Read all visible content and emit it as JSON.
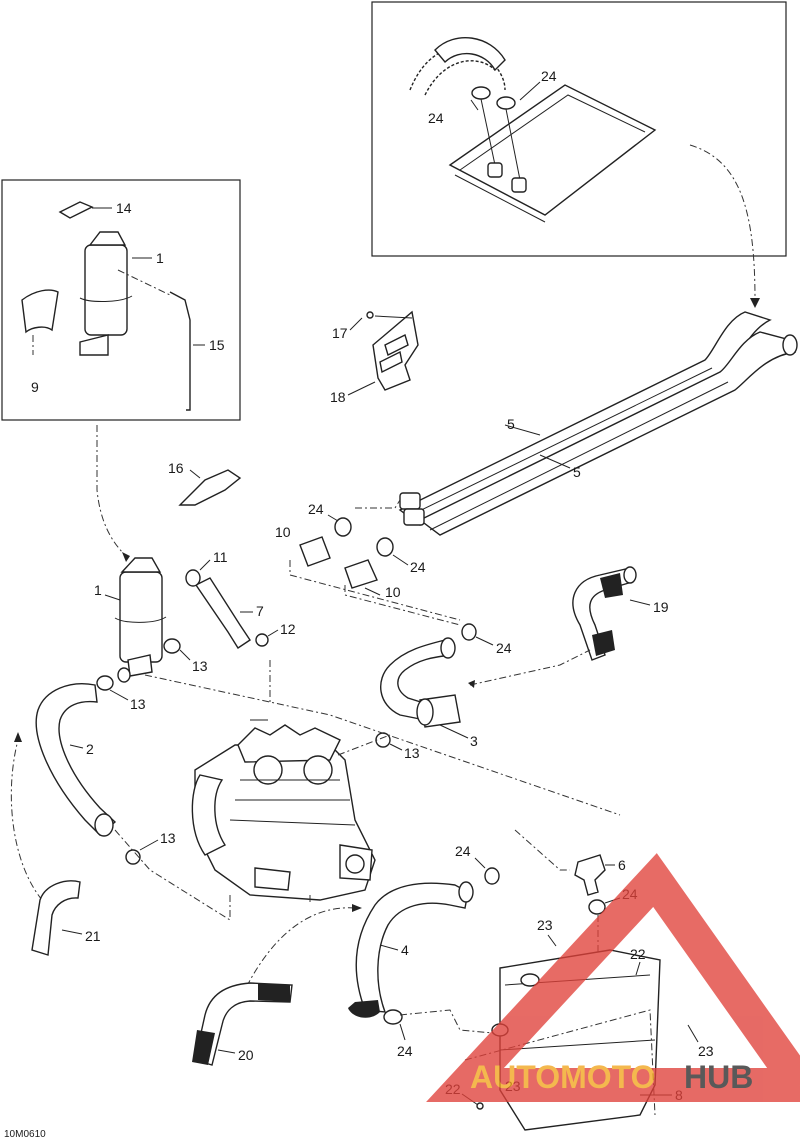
{
  "diagram_code": "10M0610",
  "watermark": {
    "text_left": "AUTOMOTO",
    "text_right": "HUB",
    "colors": {
      "triangle": "#e0413a",
      "text_left": "#f2a51d",
      "text_right": "#2b2b2b"
    }
  },
  "callouts": {
    "c1_upper": "1",
    "c1_lower": "1",
    "c2": "2",
    "c3": "3",
    "c4": "4",
    "c5_a": "5",
    "c5_b": "5",
    "c6": "6",
    "c7": "7",
    "c8": "8",
    "c9": "9",
    "c10_a": "10",
    "c10_b": "10",
    "c11": "11",
    "c12": "12",
    "c13_a": "13",
    "c13_b": "13",
    "c13_c": "13",
    "c13_d": "13",
    "c14": "14",
    "c15": "15",
    "c16": "16",
    "c17": "17",
    "c18": "18",
    "c19": "19",
    "c20": "20",
    "c21": "21",
    "c22_a": "22",
    "c22_b": "22",
    "c23_a": "23",
    "c23_b": "23",
    "c23_c": "23",
    "c24_a": "24",
    "c24_b": "24",
    "c24_c": "24",
    "c24_d": "24",
    "c24_e": "24",
    "c24_f": "24",
    "c24_g": "24",
    "c24_h": "24"
  }
}
